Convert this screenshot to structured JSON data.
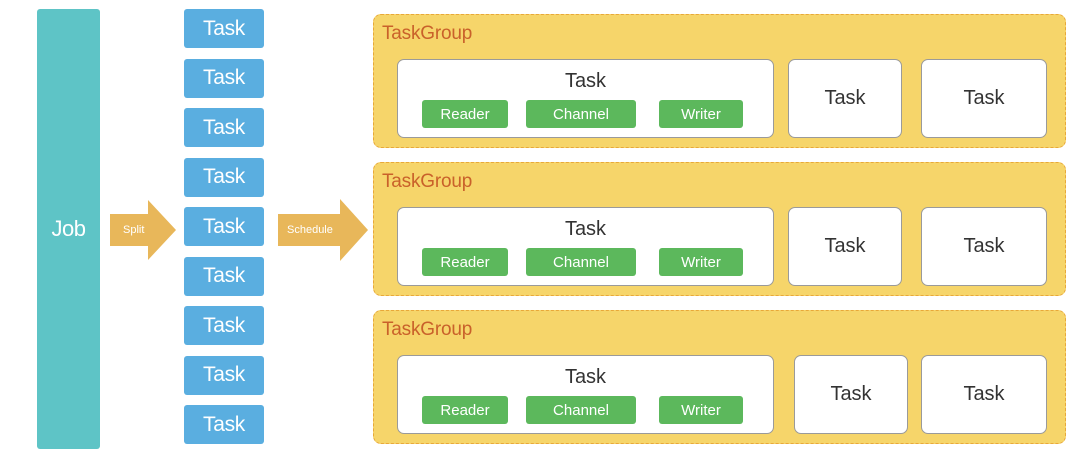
{
  "job": {
    "label": "Job"
  },
  "arrows": {
    "split": "Split",
    "schedule": "Schedule"
  },
  "task_column": [
    "Task",
    "Task",
    "Task",
    "Task",
    "Task",
    "Task",
    "Task",
    "Task",
    "Task"
  ],
  "taskgroups": [
    {
      "title": "TaskGroup",
      "main_task": {
        "title": "Task",
        "reader": "Reader",
        "channel": "Channel",
        "writer": "Writer"
      },
      "side_tasks": [
        "Task",
        "Task"
      ]
    },
    {
      "title": "TaskGroup",
      "main_task": {
        "title": "Task",
        "reader": "Reader",
        "channel": "Channel",
        "writer": "Writer"
      },
      "side_tasks": [
        "Task",
        "Task"
      ]
    },
    {
      "title": "TaskGroup",
      "main_task": {
        "title": "Task",
        "reader": "Reader",
        "channel": "Channel",
        "writer": "Writer"
      },
      "side_tasks": [
        "Task",
        "Task"
      ]
    }
  ],
  "colors": {
    "job": "#5ec4c6",
    "task": "#5aaee0",
    "arrow": "#e8b75a",
    "taskgroup": "#f6d56a",
    "taskgroup_border": "#e8a83a",
    "taskgroup_title": "#c9612a",
    "chip": "#5cb85c"
  }
}
